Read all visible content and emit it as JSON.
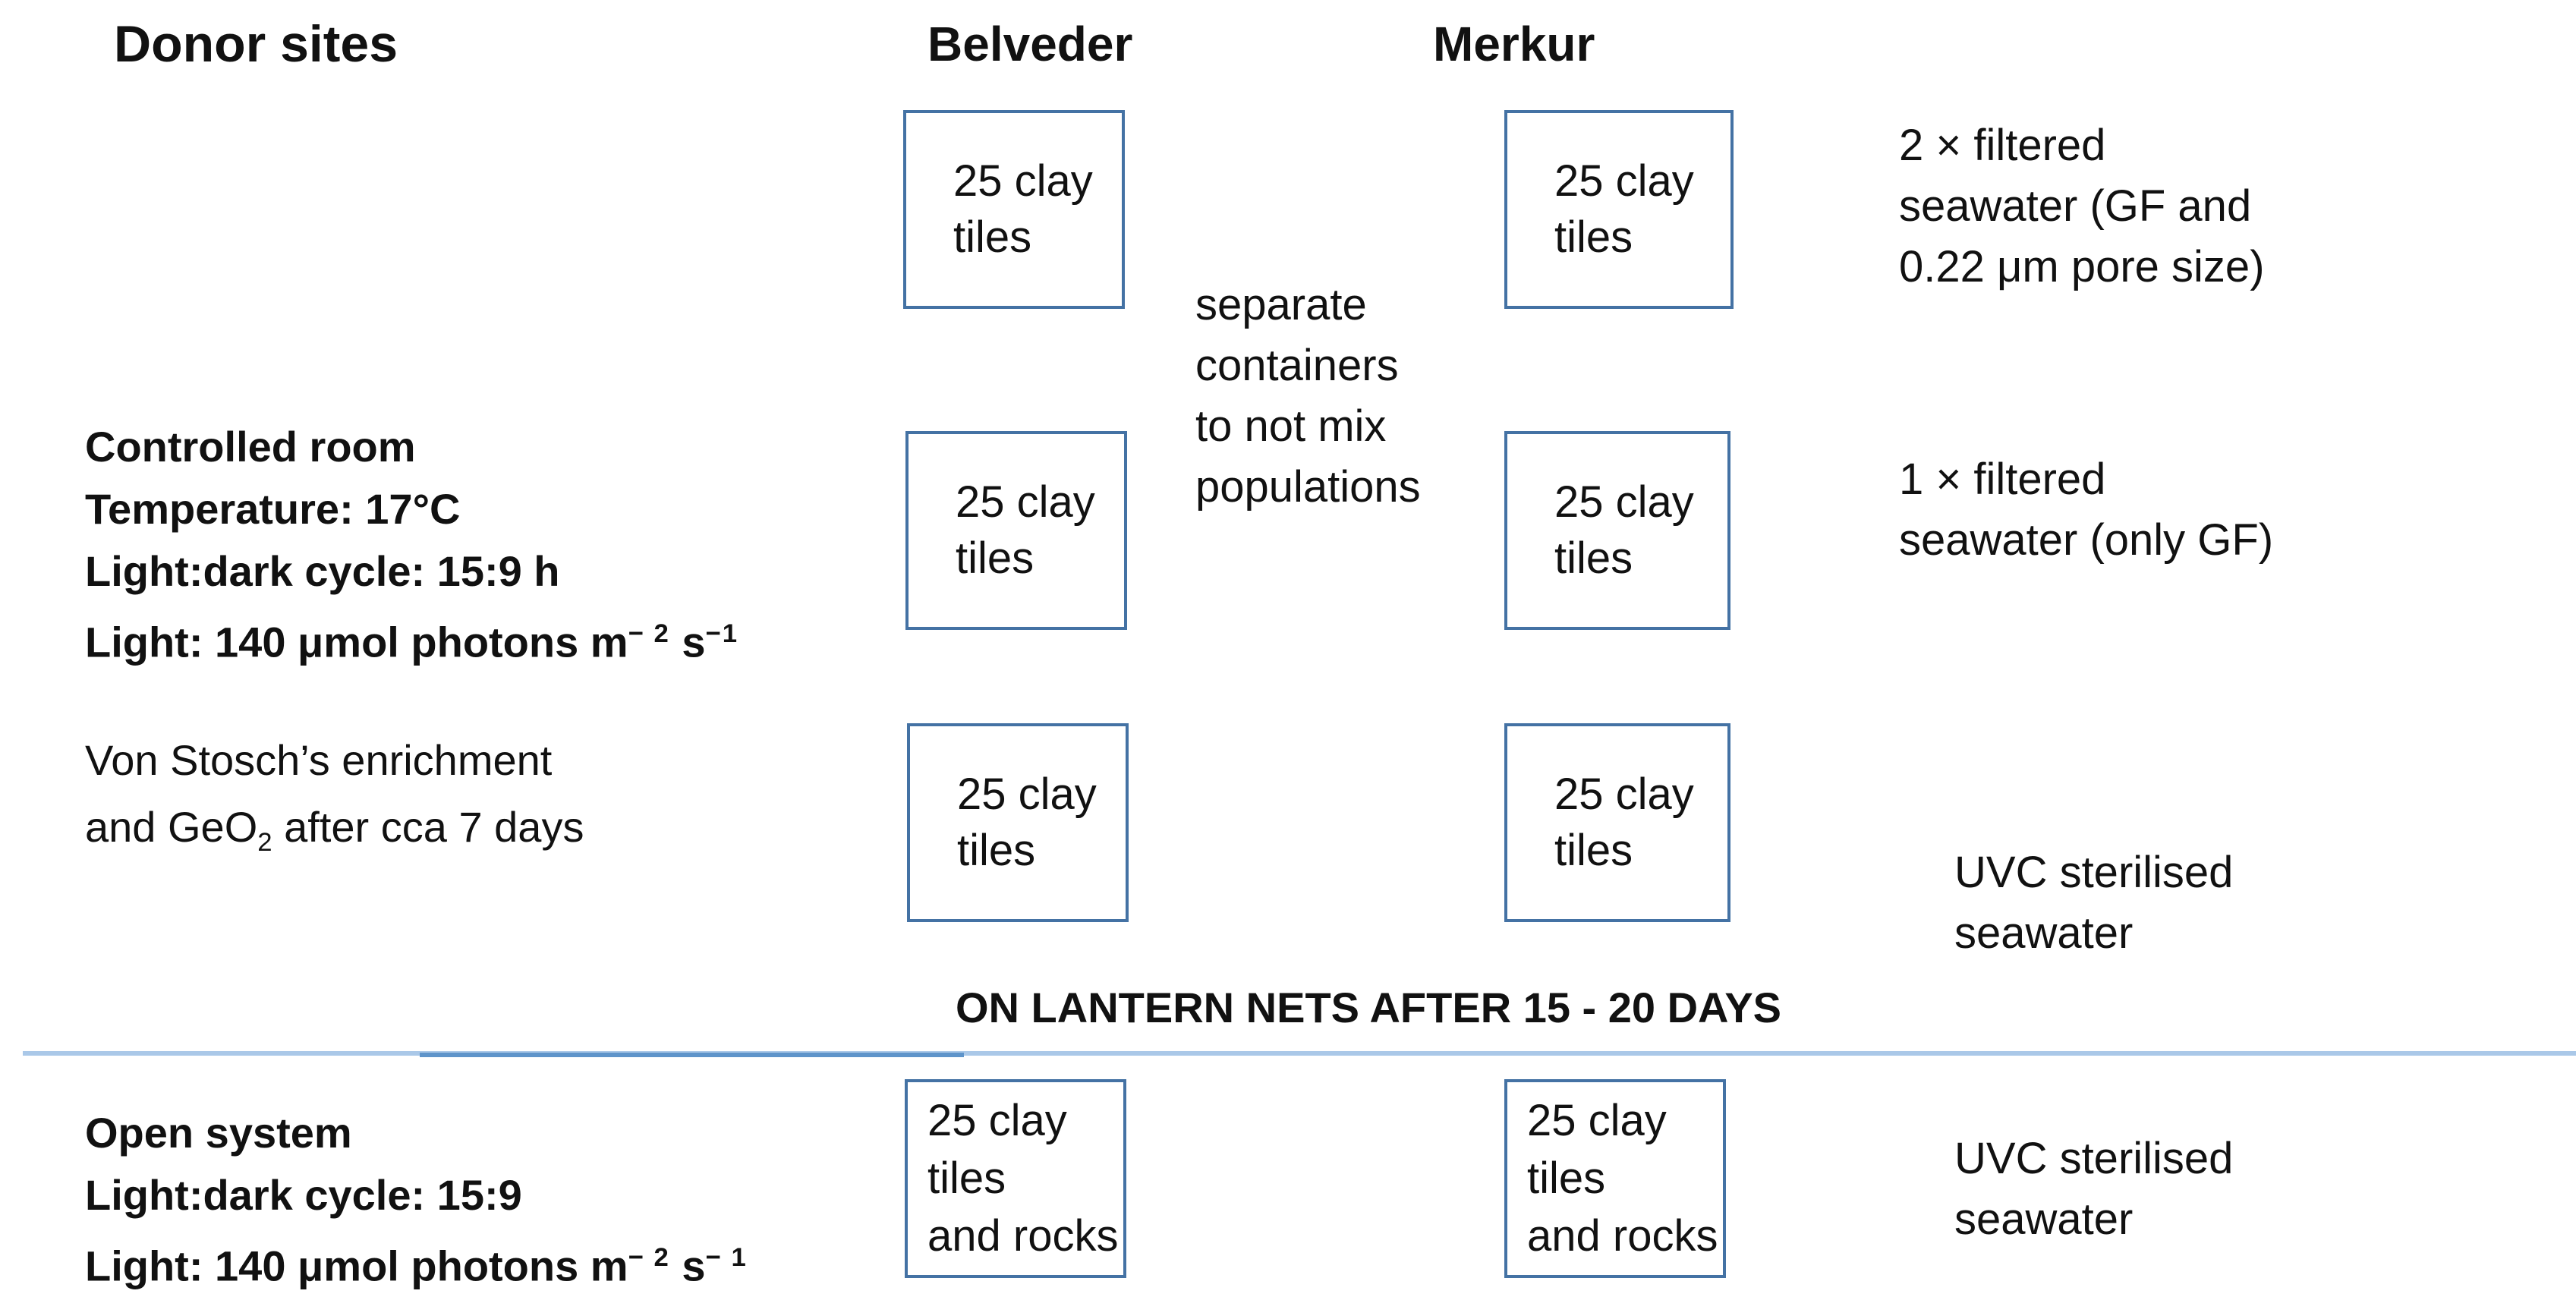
{
  "colors": {
    "box_border": "#4472a4",
    "divider_light": "#aac8e8",
    "divider_dark": "#5e94ca",
    "text": "#111111"
  },
  "headers": {
    "donor_sites": "Donor sites",
    "belveder": "Belveder",
    "merkur": "Merkur"
  },
  "left": {
    "controlled_room": {
      "l1": "Controlled room",
      "l2": "Temperature: 17°C",
      "l3": "Light:dark cycle: 15:9 h",
      "light_pre": "Light: 140 μmol photons m",
      "light_sup1": "− 2",
      "light_mid": " s",
      "light_sup2": "−1"
    },
    "von_stosch": {
      "l1": "Von Stosch’s enrichment",
      "l2_pre": "and GeO",
      "l2_sub": "2",
      "l2_post": " after cca 7 days"
    },
    "open_system": {
      "l1": "Open system",
      "l2": "Light:dark cycle: 15:9",
      "light_pre": "Light: 140 μmol photons m",
      "light_sup1": "− 2",
      "light_mid": " s",
      "light_sup2": "− 1"
    }
  },
  "belveder_boxes": {
    "row1": {
      "l1": "25 clay",
      "l2": "tiles"
    },
    "row2": {
      "l1": "25 clay",
      "l2": "tiles"
    },
    "row3": {
      "l1": "25 clay",
      "l2": "tiles"
    },
    "row4": {
      "l1": "25 clay",
      "l2": "tiles",
      "l3": "and rocks"
    }
  },
  "merkur_boxes": {
    "row1": {
      "l1": "25 clay",
      "l2": "tiles"
    },
    "row2": {
      "l1": "25 clay",
      "l2": "tiles"
    },
    "row3": {
      "l1": "25 clay",
      "l2": "tiles"
    },
    "row4": {
      "l1": "25 clay",
      "l2": "tiles",
      "l3": "and rocks"
    }
  },
  "middle_note": {
    "l1": "separate",
    "l2": "containers",
    "l3": "to not mix",
    "l4": "populations"
  },
  "right": {
    "b1": {
      "l1": "2 × filtered",
      "l2": "seawater (GF and",
      "l3": "0.22 μm pore size)"
    },
    "b2": {
      "l1": "1 × filtered",
      "l2": "seawater (only GF)"
    },
    "b3": {
      "l1": "UVC sterilised",
      "l2": "seawater"
    },
    "b4": {
      "l1": "UVC sterilised",
      "l2": "seawater"
    }
  },
  "banner": {
    "text": "ON LANTERN NETS AFTER 15 - 20 DAYS"
  }
}
